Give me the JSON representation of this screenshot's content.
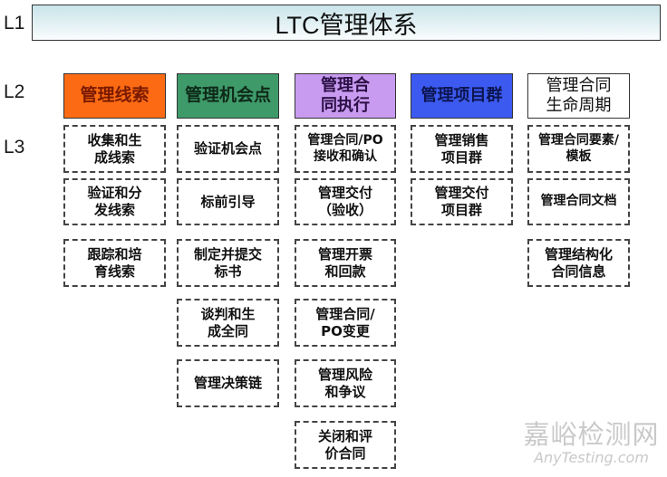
{
  "title": "LTC管理体系",
  "levels": {
    "l1": "L1",
    "l2": "L2",
    "l3": "L3"
  },
  "colors": {
    "lead": "#fc6b14",
    "opportunity": "#3f9a6a",
    "contract_exec": "#c89bf0",
    "project_group": "#3c5af0",
    "lifecycle": "#ffffff"
  },
  "columns": [
    {
      "l2": "管理线索",
      "l3": [
        "收集和生\n成线索",
        "验证和分\n发线索",
        "跟踪和培\n育线索"
      ]
    },
    {
      "l2": "管理机会点",
      "l3": [
        "验证机会点",
        "标前引导",
        "制定并提交\n标书",
        "谈判和生\n成全同",
        "管理决策链"
      ]
    },
    {
      "l2": "管理合\n同执行",
      "l3": [
        "管理合同/PO\n接收和确认",
        "管理交付\n（验收）",
        "管理开票\n和回款",
        "管理合同/\nPO变更",
        "管理风险\n和争议",
        "关闭和评\n价合同"
      ]
    },
    {
      "l2": "管理项目群",
      "l3": [
        "管理销售\n项目群",
        "管理交付\n项目群"
      ]
    },
    {
      "l2": "管理合同\n生命周期",
      "l3": [
        "管理合同要素/\n模板",
        "管理合同文档",
        "管理结构化\n合同信息"
      ]
    }
  ],
  "watermark": {
    "cn": "嘉峪检测网",
    "en": "AnyTesting.com"
  }
}
